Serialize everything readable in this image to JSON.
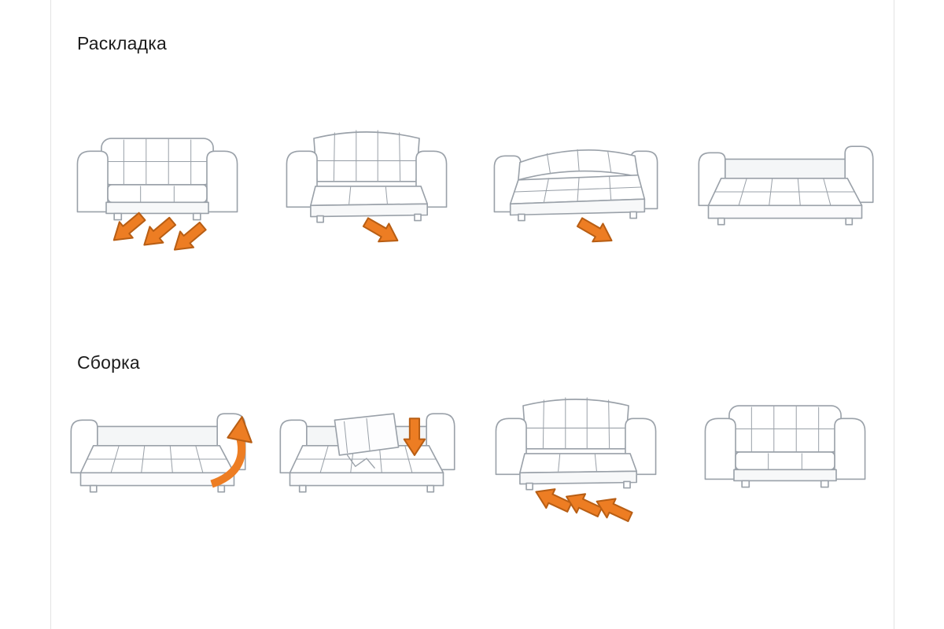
{
  "page": {
    "accent_color": "#ED7D23",
    "accent_outline": "#B85E14",
    "line_color": "#9aa1a9"
  },
  "sections": {
    "unfold": {
      "title": "Раскладка",
      "steps": [
        {
          "id": "unfold-step-1",
          "illustration": "sofa-closed-with-pull-out-arrows"
        },
        {
          "id": "unfold-step-2",
          "illustration": "sofa-seat-pulled-forward-arrow"
        },
        {
          "id": "unfold-step-3",
          "illustration": "sofa-backrest-folding-down-arrow"
        },
        {
          "id": "unfold-step-4",
          "illustration": "sofa-bed-fully-unfolded"
        }
      ]
    },
    "fold": {
      "title": "Сборка",
      "steps": [
        {
          "id": "fold-step-1",
          "illustration": "bed-lift-edge-curved-arrow-up"
        },
        {
          "id": "fold-step-2",
          "illustration": "bed-backrest-raising-arrow-down"
        },
        {
          "id": "fold-step-3",
          "illustration": "sofa-push-sections-in-arrows"
        },
        {
          "id": "fold-step-4",
          "illustration": "sofa-fully-assembled"
        }
      ]
    }
  }
}
